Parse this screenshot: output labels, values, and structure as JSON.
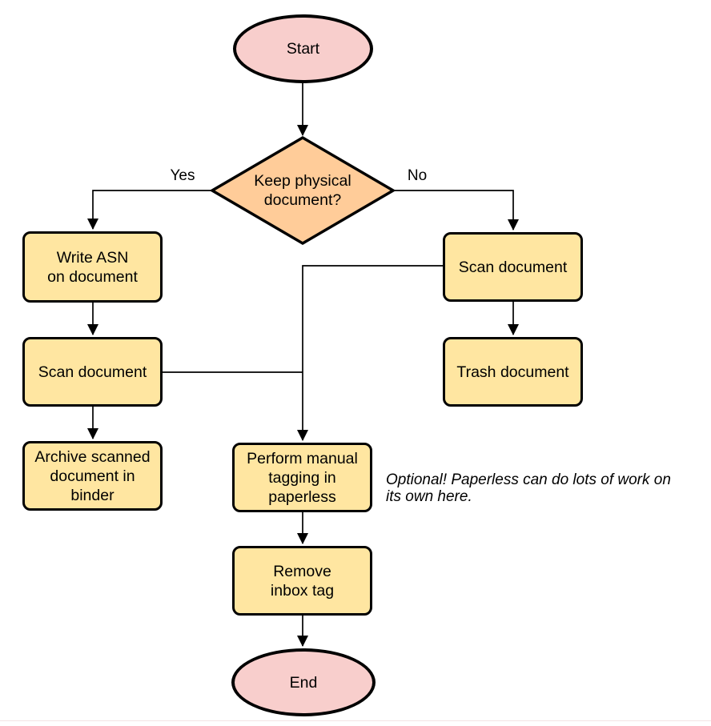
{
  "colors": {
    "pink": "#f8cecc",
    "orange": "#ffcc99",
    "yellow": "#ffe6a1",
    "stroke": "#000000",
    "background": "#ffffff"
  },
  "nodes": {
    "start": {
      "shape": "ellipse",
      "label": "Start"
    },
    "decision": {
      "shape": "diamond",
      "label": "Keep physical\ndocument?"
    },
    "write_asn": {
      "shape": "rect",
      "label": "Write ASN\non document"
    },
    "scan_left": {
      "shape": "rect",
      "label": "Scan document"
    },
    "archive": {
      "shape": "rect",
      "label": "Archive scanned\ndocument in\nbinder"
    },
    "scan_right": {
      "shape": "rect",
      "label": "Scan document"
    },
    "trash": {
      "shape": "rect",
      "label": "Trash document"
    },
    "perform_tagging": {
      "shape": "rect",
      "label": "Perform manual\ntagging in\npaperless"
    },
    "remove_inbox": {
      "shape": "rect",
      "label": "Remove\ninbox tag"
    },
    "end": {
      "shape": "ellipse",
      "label": "End"
    }
  },
  "edges": [
    {
      "from": "start",
      "to": "decision",
      "label": ""
    },
    {
      "from": "decision",
      "to": "write_asn",
      "label": "Yes"
    },
    {
      "from": "decision",
      "to": "scan_right",
      "label": "No"
    },
    {
      "from": "write_asn",
      "to": "scan_left",
      "label": ""
    },
    {
      "from": "scan_left",
      "to": "archive",
      "label": ""
    },
    {
      "from": "scan_right",
      "to": "trash",
      "label": ""
    },
    {
      "from": "scan_right",
      "to": "perform_tagging",
      "label": ""
    },
    {
      "from": "scan_left",
      "to": "perform_tagging",
      "label": ""
    },
    {
      "from": "perform_tagging",
      "to": "remove_inbox",
      "label": ""
    },
    {
      "from": "remove_inbox",
      "to": "end",
      "label": ""
    }
  ],
  "note": "Optional! Paperless can do lots of work on\nits own here."
}
